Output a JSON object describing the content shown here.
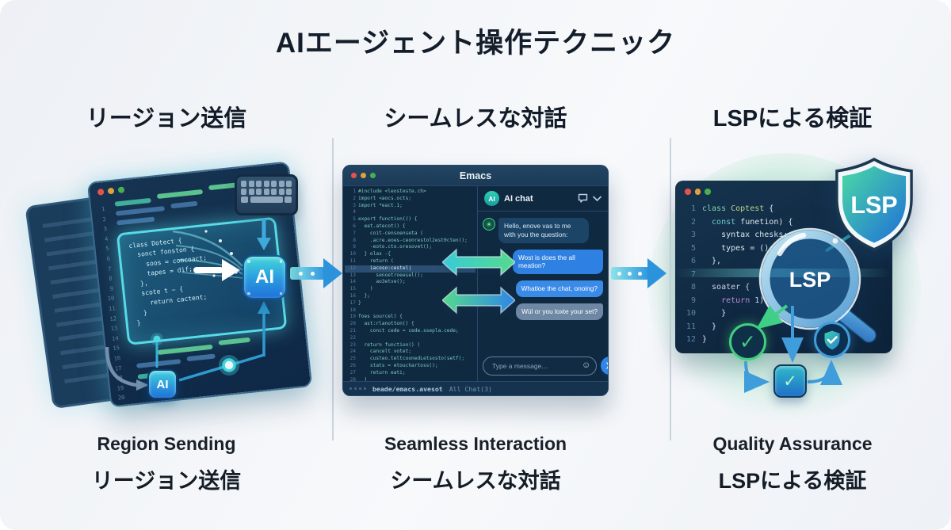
{
  "title": "AIエージェント操作テクニック",
  "sections": [
    {
      "header": "リージョン送信",
      "caption_en": "Region Sending",
      "caption_ja": "リージョン送信"
    },
    {
      "header": "シームレスな対話",
      "caption_en": "Seamless Interaction",
      "caption_ja": "シームレスな対話"
    },
    {
      "header": "LSPによる検証",
      "caption_en": "Quality Assurance",
      "caption_ja": "LSPによる検証"
    }
  ],
  "left_panel": {
    "ai_chip_label": "AI",
    "ai_badge_label": "AI",
    "line_numbers": [
      "1",
      "2",
      "3",
      "4",
      "5",
      "6",
      "7",
      "8",
      "9",
      "10",
      "11",
      "12",
      "13",
      "14",
      "15",
      "16",
      "17",
      "18",
      "19",
      "20"
    ],
    "region_code": [
      "class Dotect {",
      "  sonct fonston {",
      "    soos = comcoact;",
      "    tapes = dif;",
      "  },",
      "  scote t ~ {",
      "    return cactent;",
      "  }",
      "}"
    ]
  },
  "emacs": {
    "window_title": "Emacs",
    "code_lines": [
      {
        "n": "1",
        "t": "#include <leosteste.ch>"
      },
      {
        "n": "2",
        "t": "import <aocs.octs;"
      },
      {
        "n": "3",
        "t": "import *eact.1;"
      },
      {
        "n": "4",
        "t": ""
      },
      {
        "n": "5",
        "t": "export function(() {"
      },
      {
        "n": "6",
        "t": "  eat.atecot() {"
      },
      {
        "n": "7",
        "t": "    coit-censoenseta ("
      },
      {
        "n": "8",
        "t": "    .acre.eoes-ceonrestol2est0cten();"
      },
      {
        "n": "9",
        "t": "    -eoto.cto.oresovet();"
      },
      {
        "n": "10",
        "t": "  } olas -{"
      },
      {
        "n": "11",
        "t": "    return ("
      },
      {
        "n": "12",
        "t": "    iacoso:cestel|",
        "hl": true
      },
      {
        "n": "13",
        "t": "      senoetroeesel();"
      },
      {
        "n": "14",
        "t": "      ao3etve();"
      },
      {
        "n": "15",
        "t": "    )"
      },
      {
        "n": "16",
        "t": "  };"
      },
      {
        "n": "17",
        "t": "}"
      },
      {
        "n": "18",
        "t": ""
      },
      {
        "n": "19",
        "t": "foes sourcel) {"
      },
      {
        "n": "20",
        "t": "  ast:rlanotton() {"
      },
      {
        "n": "21",
        "t": "    conct cede = cede.ssepla.cede;"
      },
      {
        "n": "22",
        "t": ""
      },
      {
        "n": "23",
        "t": "  return function() ("
      },
      {
        "n": "24",
        "t": "    cancelt votet;"
      },
      {
        "n": "25",
        "t": "    custeo.teltcoonedLetsosto(setf);"
      },
      {
        "n": "26",
        "t": "    stats = etouchartoss();"
      },
      {
        "n": "27",
        "t": "    return eati;"
      },
      {
        "n": "28",
        "t": "  )"
      }
    ],
    "chat": {
      "avatar_label": "AI",
      "title": "AI chat",
      "messages": [
        {
          "role": "assistant",
          "text": "Hello, enove vas to me with you the question:"
        },
        {
          "role": "user",
          "text": "Wost is does the all meation?"
        },
        {
          "role": "user",
          "text": "Whatloe the chat, onoing?"
        },
        {
          "role": "user-muted",
          "text": "Wül or you loxte your set?"
        }
      ],
      "input_placeholder": "Type a message..."
    },
    "status_bar": {
      "file": "beade/emacs.avesot",
      "mode": "All Chat(3)"
    }
  },
  "lsp_panel": {
    "shield_label": "LSP",
    "magnifier_label": "LSP",
    "code_lines": [
      {
        "n": "1",
        "seg": [
          {
            "t": "class ",
            "c": "g"
          },
          {
            "t": "Coptest",
            "c": "y"
          },
          {
            "t": " {",
            "c": "w"
          }
        ]
      },
      {
        "n": "2",
        "seg": [
          {
            "t": "  const ",
            "c": "t"
          },
          {
            "t": "funetion) {",
            "c": "w"
          }
        ]
      },
      {
        "n": "3",
        "seg": [
          {
            "t": "    syntax chesks;",
            "c": "w"
          }
        ]
      },
      {
        "n": "5",
        "seg": [
          {
            "t": "    types = ();",
            "c": "w"
          }
        ]
      },
      {
        "n": "6",
        "seg": [
          {
            "t": "  },",
            "c": "w"
          }
        ]
      },
      {
        "n": "7",
        "seg": [
          {
            "t": "",
            "c": "w"
          }
        ]
      },
      {
        "n": "8",
        "seg": [
          {
            "t": "  soater {",
            "c": "l"
          }
        ]
      },
      {
        "n": "9",
        "seg": [
          {
            "t": "    ",
            "c": "w"
          },
          {
            "t": "return",
            "c": "p"
          },
          {
            "t": " 1);",
            "c": "w"
          }
        ]
      },
      {
        "n": "10",
        "seg": [
          {
            "t": "    }",
            "c": "w"
          }
        ]
      },
      {
        "n": "11",
        "seg": [
          {
            "t": "  }",
            "c": "w"
          }
        ]
      },
      {
        "n": "12",
        "seg": [
          {
            "t": "}",
            "c": "w"
          }
        ]
      }
    ]
  },
  "colors": {
    "background": "#eef1f6",
    "heading_text": "#141e2b",
    "editor_bg": "#123049",
    "selection_glow": "#57dbe8",
    "ai_chip_top": "#3fd4da",
    "ai_chip_bottom": "#1f72d8",
    "arrow_blue": "#2e96de",
    "sync_green": "#55da8c",
    "chat_user_bubble": "#2e80e2",
    "chat_assistant_bubble": "#1c4466",
    "chat_muted_bubble": "#6d87a4",
    "send_button": "#2f86e8",
    "shield_teal": "#3fd0a8",
    "shield_blue": "#2f78d8",
    "check_green": "#43cd7c",
    "qa_circle": "#cdede0"
  }
}
